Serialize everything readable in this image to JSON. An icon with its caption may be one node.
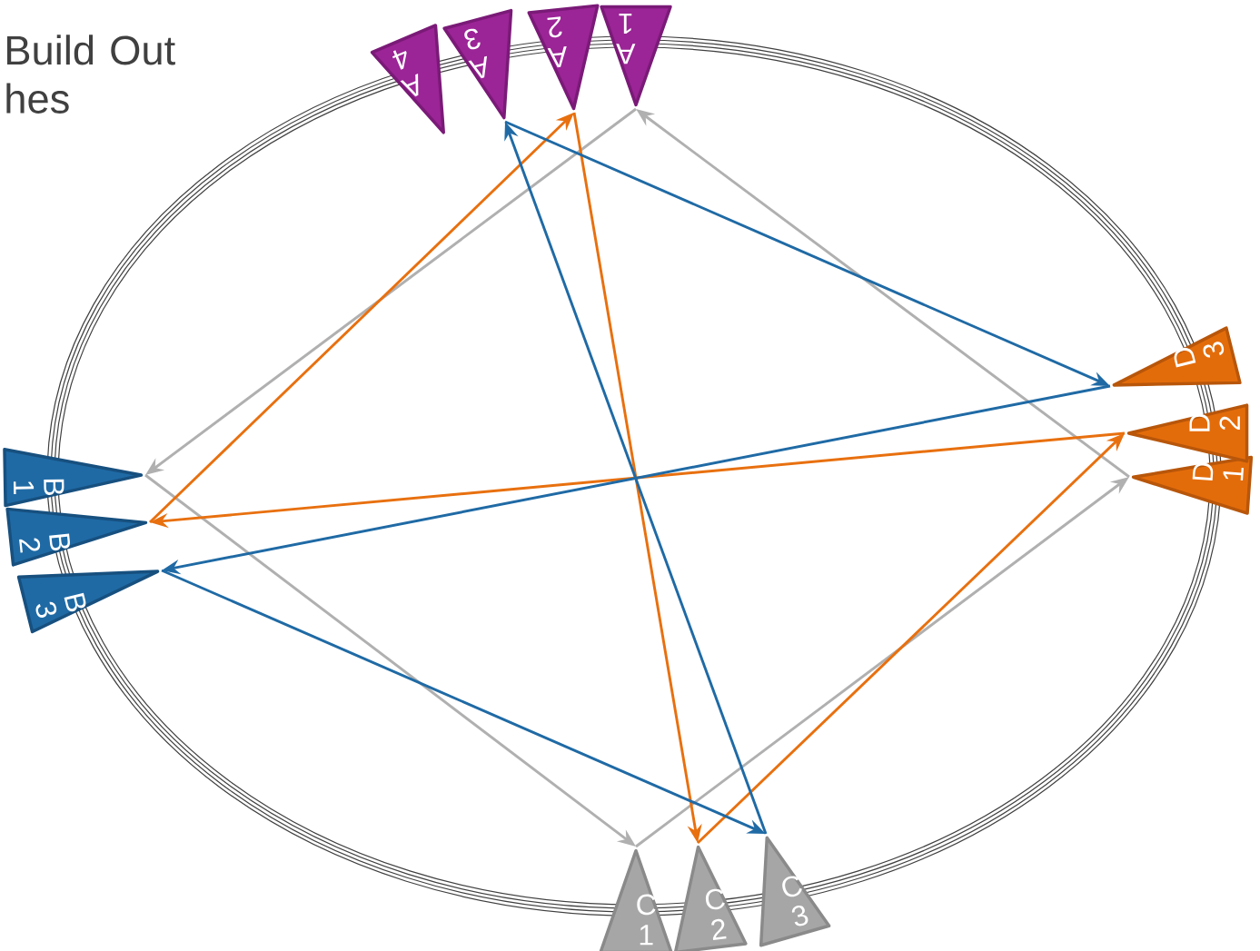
{
  "diagram": {
    "title": "Build Out hes",
    "nodes": [
      {
        "text": [
          "A 1"
        ]
      },
      {
        "text": [
          "A 2"
        ]
      },
      {
        "text": [
          "A 3"
        ]
      },
      {
        "text": [
          "A 4"
        ]
      },
      {
        "text": [
          "B 1"
        ]
      },
      {
        "text": [
          "B 2"
        ]
      },
      {
        "text": [
          "B 3"
        ]
      },
      {
        "text": [
          "C 1"
        ]
      },
      {
        "text": [
          "C 2"
        ]
      },
      {
        "text": [
          "C 3"
        ]
      },
      {
        "text": [
          "D 1"
        ]
      },
      {
        "text": [
          "D 2"
        ]
      },
      {
        "text": [
          "D 3"
        ]
      }
    ],
    "edges": [
      {
        "from": 0,
        "to": 4,
        "arrow": "to",
        "color": "#b0b0b0"
      },
      {
        "from": 4,
        "to": 7,
        "arrow": "to",
        "color": "#b0b0b0"
      },
      {
        "from": 7,
        "to": 10,
        "arrow": "to",
        "color": "#b0b0b0"
      },
      {
        "from": 10,
        "to": 0,
        "arrow": "to",
        "color": "#b0b0b0"
      },
      {
        "from": 1,
        "to": 8,
        "arrow": "to",
        "color": "#e8700f"
      },
      {
        "from": 8,
        "to": 11,
        "arrow": "to",
        "color": "#e8700f"
      },
      {
        "from": 11,
        "to": 5,
        "arrow": "to",
        "color": "#e8700f"
      },
      {
        "from": 5,
        "to": 1,
        "arrow": "to",
        "color": "#e8700f"
      },
      {
        "from": 2,
        "to": 12,
        "arrow": "to",
        "color": "#1f6aa5"
      },
      {
        "from": 12,
        "to": 6,
        "arrow": "to",
        "color": "#1f6aa5"
      },
      {
        "from": 6,
        "to": 9,
        "arrow": "to",
        "color": "#1f6aa5"
      },
      {
        "from": 9,
        "to": 2,
        "arrow": "to",
        "color": "#1f6aa5"
      }
    ]
  }
}
